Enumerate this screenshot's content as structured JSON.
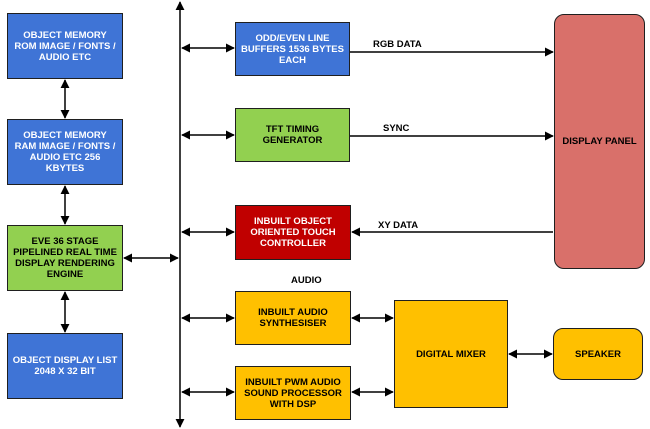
{
  "blocks": {
    "rom": "OBJECT MEMORY ROM IMAGE / FONTS / AUDIO ETC",
    "ram": "OBJECT MEMORY RAM IMAGE / FONTS / AUDIO ETC 256 KBYTES",
    "engine": "EVE 36 STAGE PIPELINED REAL TIME DISPLAY RENDERING ENGINE",
    "display_list": "OBJECT DISPLAY LIST 2048 X 32 BIT",
    "line_buffers": "ODD/EVEN LINE BUFFERS 1536 BYTES EACH",
    "tft_timing": "TFT TIMING GENERATOR",
    "touch": "INBUILT OBJECT ORIENTED TOUCH CONTROLLER",
    "audio_synth": "INBUILT AUDIO SYNTHESISER",
    "pwm_audio": "INBUILT PWM AUDIO SOUND PROCESSOR WITH DSP",
    "mixer": "DIGITAL MIXER",
    "display_panel": "DISPLAY PANEL",
    "speaker": "SPEAKER"
  },
  "labels": {
    "rgb": "RGB DATA",
    "sync": "SYNC",
    "xy": "XY DATA",
    "audio": "AUDIO"
  },
  "colors": {
    "memory_blue": "#3f74d6",
    "engine_green": "#92d050",
    "touch_red": "#c00000",
    "audio_amber": "#ffc000",
    "panel_red": "#d9706a"
  }
}
